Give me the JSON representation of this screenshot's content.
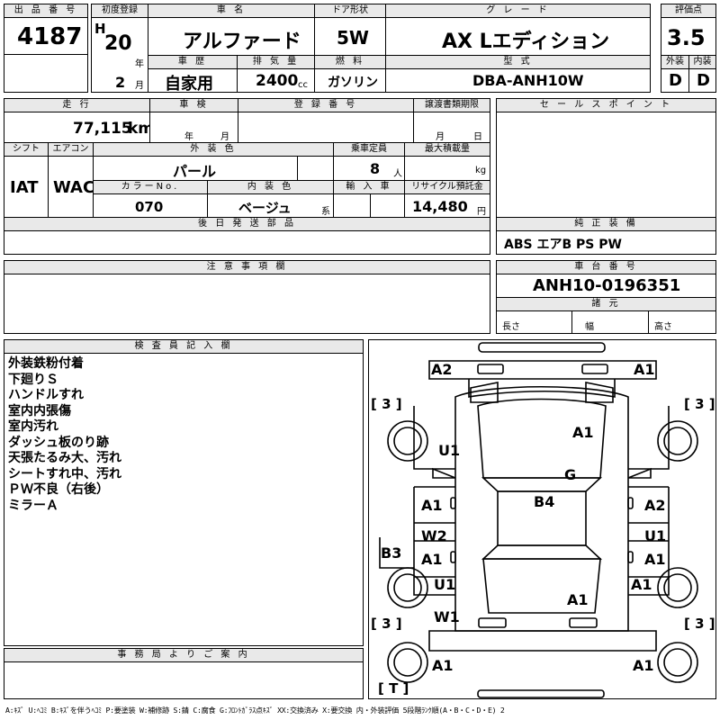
{
  "header": {
    "lot_no_label": "出 品 番 号",
    "lot_no": "4187",
    "first_reg_label": "初度登録",
    "era": "H",
    "year": "20",
    "year_unit": "年",
    "month": "2",
    "month_unit": "月",
    "car_name_label": "車 名",
    "car_name": "アルファード",
    "door_label": "ドア形状",
    "door": "5W",
    "grade_label": "グ レ ー ド",
    "grade": "AX Lエディション",
    "score_label": "評価点",
    "score": "3.5",
    "history_label": "車 歴",
    "history": "自家用",
    "displacement_label": "排 気 量",
    "displacement": "2400",
    "displacement_unit": "cc",
    "fuel_label": "燃 料",
    "fuel": "ガソリン",
    "model_label": "型 式",
    "model": "DBA-ANH10W",
    "exterior_label": "外装",
    "exterior": "D",
    "interior_label": "内装",
    "interior": "D"
  },
  "row2": {
    "mileage_label": "走 行",
    "mileage": "77,115",
    "mileage_unit": "km",
    "inspection_label": "車 検",
    "inspection_year": "年",
    "inspection_month": "月",
    "reg_no_label": "登 録 番 号",
    "transfer_label": "譲渡書類期限",
    "transfer_month": "月",
    "transfer_day": "日",
    "sales_point_label": "セ ー ル ス ポ イ ン ト"
  },
  "row3": {
    "shift_label": "シフト",
    "shift": "IAT",
    "ac_label": "エアコン",
    "ac": "WAC",
    "ext_color_label": "外 装 色",
    "ext_color": "パール",
    "capacity_label": "乗車定員",
    "capacity": "8",
    "capacity_unit": "人",
    "max_load_label": "最大積載量",
    "max_load_unit": "kg",
    "color_no_label": "カラーNo.",
    "color_no": "070",
    "int_color_label": "内 装 色",
    "int_color": "ベージュ",
    "int_color_unit": "系",
    "import_label": "輸 入 車",
    "recycle_label": "リサイクル預託金",
    "recycle": "14,480",
    "recycle_unit": "円"
  },
  "later_parts_label": "後 日 発 送 部 品",
  "genuine_label": "純 正 装 備",
  "genuine": "ABS エアB PS PW",
  "caution_label": "注 意 事 項 欄",
  "chassis_label": "車 台 番 号",
  "chassis": "ANH10-0196351",
  "spec_label": "諸 元",
  "length_label": "長さ",
  "width_label": "幅",
  "height_label": "高さ",
  "inspector_label": "検 査 員 記 入 欄",
  "inspector_notes": [
    "外装鉄粉付着",
    "下廻りＳ",
    "ハンドルすれ",
    "室内内張傷",
    "室内汚れ",
    "ダッシュ板のり跡",
    "天張たるみ大、汚れ",
    "シートすれ中、汚れ",
    "ＰＷ不良（右後）",
    "ミラーＡ"
  ],
  "office_label": "事 務 局 よ り ご 案 内",
  "legend": "A:ｷｽﾞ U:ﾍｺﾐ B:ｷｽﾞを伴うﾍｺﾐ P:要塗装 W:補修跡 S:錆 C:腐食 G:ﾌﾛﾝﾄｶﾞﾗｽ点ｷｽﾞ XX:交換済み X:要交換 内・外装評価 5段階ﾗﾝｸ順(A・B・C・D・E) 2",
  "diagram": {
    "tire_fl": "[ 3 ]",
    "tire_fr": "[ 3 ]",
    "tire_rl": "[ 3 ]",
    "tire_rr": "[ 3 ]",
    "tire_spare": "[ T ]",
    "marks": {
      "front_bumper_left": "A2",
      "front_bumper_right": "A1",
      "hood": "A1",
      "fender_left": "U1",
      "windshield": "G",
      "roof": "B4",
      "front_door_left": "A1",
      "front_door_right": "A2",
      "rear_door_left_1": "W2",
      "rear_door_left_2": "A1",
      "rear_door_right_1": "U1",
      "rear_door_right_2": "A1",
      "sill_left": "B3",
      "rear_fender_left": "U1",
      "rear_fender_right": "A1",
      "back_door": "A1",
      "rear_quarter_left": "W1",
      "rear_bumper_left": "A1",
      "rear_bumper_right": "A1"
    }
  }
}
